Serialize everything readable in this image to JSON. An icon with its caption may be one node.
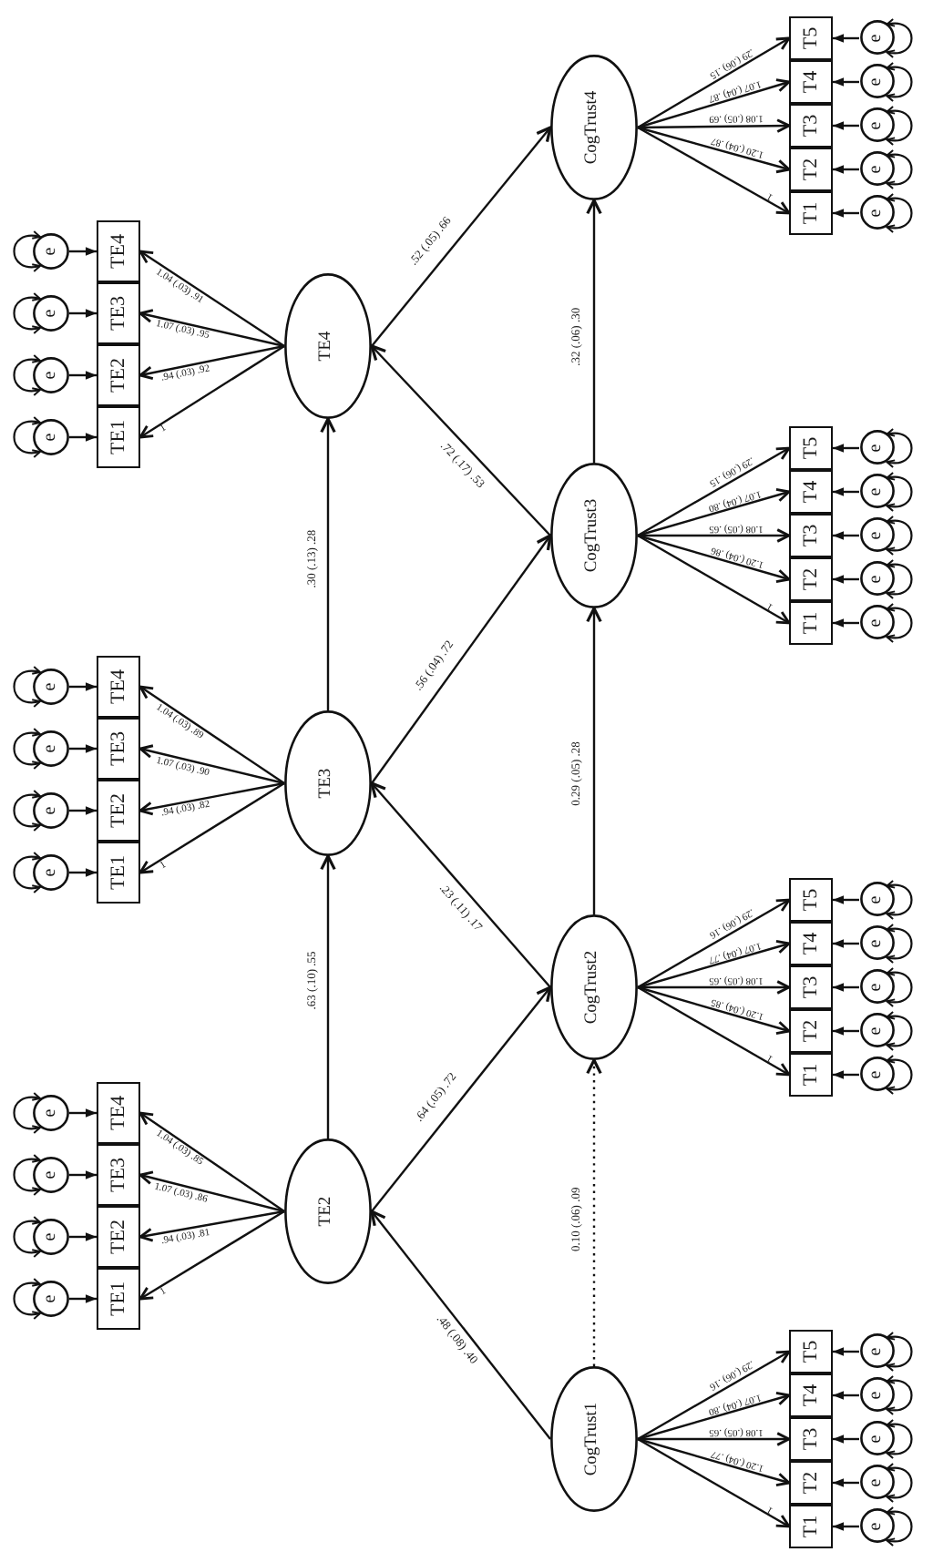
{
  "diagram": {
    "nodes": [
      {
        "text": [
          "TE2"
        ]
      },
      {
        "text": [
          "TE3"
        ]
      },
      {
        "text": [
          "TE4"
        ]
      },
      {
        "text": [
          "CogTrust1"
        ]
      },
      {
        "text": [
          "CogTrust2"
        ]
      },
      {
        "text": [
          "CogTrust3"
        ]
      },
      {
        "text": [
          "CogTrust4"
        ]
      },
      {
        "text": [
          "TE1"
        ]
      },
      {
        "text": [
          "TE2"
        ]
      },
      {
        "text": [
          "TE3"
        ]
      },
      {
        "text": [
          "TE4"
        ]
      },
      {
        "text": [
          "e"
        ]
      },
      {
        "text": [
          "e"
        ]
      },
      {
        "text": [
          "e"
        ]
      },
      {
        "text": [
          "e"
        ]
      },
      {
        "text": [
          "TE1"
        ]
      },
      {
        "text": [
          "TE2"
        ]
      },
      {
        "text": [
          "TE3"
        ]
      },
      {
        "text": [
          "TE4"
        ]
      },
      {
        "text": [
          "e"
        ]
      },
      {
        "text": [
          "e"
        ]
      },
      {
        "text": [
          "e"
        ]
      },
      {
        "text": [
          "e"
        ]
      },
      {
        "text": [
          "TE1"
        ]
      },
      {
        "text": [
          "TE2"
        ]
      },
      {
        "text": [
          "TE3"
        ]
      },
      {
        "text": [
          "TE4"
        ]
      },
      {
        "text": [
          "e"
        ]
      },
      {
        "text": [
          "e"
        ]
      },
      {
        "text": [
          "e"
        ]
      },
      {
        "text": [
          "e"
        ]
      },
      {
        "text": [
          "T1"
        ]
      },
      {
        "text": [
          "T2"
        ]
      },
      {
        "text": [
          "T3"
        ]
      },
      {
        "text": [
          "T4"
        ]
      },
      {
        "text": [
          "T5"
        ]
      },
      {
        "text": [
          "e"
        ]
      },
      {
        "text": [
          "e"
        ]
      },
      {
        "text": [
          "e"
        ]
      },
      {
        "text": [
          "e"
        ]
      },
      {
        "text": [
          "e"
        ]
      },
      {
        "text": [
          "T1"
        ]
      },
      {
        "text": [
          "T2"
        ]
      },
      {
        "text": [
          "T3"
        ]
      },
      {
        "text": [
          "T4"
        ]
      },
      {
        "text": [
          "T5"
        ]
      },
      {
        "text": [
          "e"
        ]
      },
      {
        "text": [
          "e"
        ]
      },
      {
        "text": [
          "e"
        ]
      },
      {
        "text": [
          "e"
        ]
      },
      {
        "text": [
          "e"
        ]
      },
      {
        "text": [
          "T1"
        ]
      },
      {
        "text": [
          "T2"
        ]
      },
      {
        "text": [
          "T3"
        ]
      },
      {
        "text": [
          "T4"
        ]
      },
      {
        "text": [
          "T5"
        ]
      },
      {
        "text": [
          "e"
        ]
      },
      {
        "text": [
          "e"
        ]
      },
      {
        "text": [
          "e"
        ]
      },
      {
        "text": [
          "e"
        ]
      },
      {
        "text": [
          "e"
        ]
      },
      {
        "text": [
          "T1"
        ]
      },
      {
        "text": [
          "T2"
        ]
      },
      {
        "text": [
          "T3"
        ]
      },
      {
        "text": [
          "T4"
        ]
      },
      {
        "text": [
          "T5"
        ]
      },
      {
        "text": [
          "e"
        ]
      },
      {
        "text": [
          "e"
        ]
      },
      {
        "text": [
          "e"
        ]
      },
      {
        "text": [
          "e"
        ]
      },
      {
        "text": [
          "e"
        ]
      }
    ],
    "edges": [
      {
        "from": 3,
        "to": 0,
        "label": ".48 (.08) .40",
        "arrow": "to"
      },
      {
        "from": 3,
        "to": 4,
        "label": "0.10 (.06) .09",
        "arrow": "to",
        "style": "dashed"
      },
      {
        "from": 0,
        "to": 1,
        "label": ".63 (.10) .55",
        "arrow": "to"
      },
      {
        "from": 0,
        "to": 4,
        "label": ".64 (.05) .72",
        "arrow": "to"
      },
      {
        "from": 4,
        "to": 1,
        "label": ".23 (.11) .17",
        "arrow": "to"
      },
      {
        "from": 4,
        "to": 5,
        "label": "0.29 (.05) .28",
        "arrow": "to"
      },
      {
        "from": 1,
        "to": 2,
        "label": ".30 (.13) .28",
        "arrow": "to"
      },
      {
        "from": 1,
        "to": 5,
        "label": ".56 (.04) .72",
        "arrow": "to"
      },
      {
        "from": 5,
        "to": 2,
        "label": ".72 (.17) .53",
        "arrow": "to"
      },
      {
        "from": 5,
        "to": 6,
        "label": ".32 (.06) .30",
        "arrow": "to"
      },
      {
        "from": 2,
        "to": 6,
        "label": ".52 (.05) .66",
        "arrow": "to"
      },
      {
        "from": 0,
        "to": 7,
        "label": "1",
        "arrow": "to"
      },
      {
        "from": 0,
        "to": 8,
        "label": ".94 (.03) .81",
        "arrow": "to"
      },
      {
        "from": 0,
        "to": 9,
        "label": "1.07 (.03) .86",
        "arrow": "to"
      },
      {
        "from": 0,
        "to": 10,
        "label": "1.04 (.03) .85",
        "arrow": "to"
      },
      {
        "from": 11,
        "to": 7,
        "arrow": "to"
      },
      {
        "from": 12,
        "to": 8,
        "arrow": "to"
      },
      {
        "from": 13,
        "to": 9,
        "arrow": "to"
      },
      {
        "from": 14,
        "to": 10,
        "arrow": "to"
      },
      {
        "from": 11,
        "to": 11,
        "arrow": "both"
      },
      {
        "from": 12,
        "to": 12,
        "arrow": "both"
      },
      {
        "from": 13,
        "to": 13,
        "arrow": "both"
      },
      {
        "from": 14,
        "to": 14,
        "arrow": "both"
      },
      {
        "from": 1,
        "to": 15,
        "label": "1",
        "arrow": "to"
      },
      {
        "from": 1,
        "to": 16,
        "label": ".94 (.03) .82",
        "arrow": "to"
      },
      {
        "from": 1,
        "to": 17,
        "label": "1.07 (.03) .90",
        "arrow": "to"
      },
      {
        "from": 1,
        "to": 18,
        "label": "1.04 (.03) .89",
        "arrow": "to"
      },
      {
        "from": 19,
        "to": 15,
        "arrow": "to"
      },
      {
        "from": 20,
        "to": 16,
        "arrow": "to"
      },
      {
        "from": 21,
        "to": 17,
        "arrow": "to"
      },
      {
        "from": 22,
        "to": 18,
        "arrow": "to"
      },
      {
        "from": 19,
        "to": 19,
        "arrow": "both"
      },
      {
        "from": 20,
        "to": 20,
        "arrow": "both"
      },
      {
        "from": 21,
        "to": 21,
        "arrow": "both"
      },
      {
        "from": 22,
        "to": 22,
        "arrow": "both"
      },
      {
        "from": 2,
        "to": 23,
        "label": "1",
        "arrow": "to"
      },
      {
        "from": 2,
        "to": 24,
        "label": ".94 (.03) .92",
        "arrow": "to"
      },
      {
        "from": 2,
        "to": 25,
        "label": "1.07 (.03) .95",
        "arrow": "to"
      },
      {
        "from": 2,
        "to": 26,
        "label": "1.04 (.03) .91",
        "arrow": "to"
      },
      {
        "from": 27,
        "to": 23,
        "arrow": "to"
      },
      {
        "from": 28,
        "to": 24,
        "arrow": "to"
      },
      {
        "from": 29,
        "to": 25,
        "arrow": "to"
      },
      {
        "from": 30,
        "to": 26,
        "arrow": "to"
      },
      {
        "from": 27,
        "to": 27,
        "arrow": "both"
      },
      {
        "from": 28,
        "to": 28,
        "arrow": "both"
      },
      {
        "from": 29,
        "to": 29,
        "arrow": "both"
      },
      {
        "from": 30,
        "to": 30,
        "arrow": "both"
      },
      {
        "from": 3,
        "to": 31,
        "label": "1",
        "arrow": "to"
      },
      {
        "from": 3,
        "to": 32,
        "label": "1.20 (.04) .77",
        "arrow": "to"
      },
      {
        "from": 3,
        "to": 33,
        "label": "1.08 (.05) .65",
        "arrow": "to"
      },
      {
        "from": 3,
        "to": 34,
        "label": "1.07 (.04) .80",
        "arrow": "to"
      },
      {
        "from": 3,
        "to": 35,
        "label": ".29 (.06) .16",
        "arrow": "to"
      },
      {
        "from": 36,
        "to": 31,
        "arrow": "to"
      },
      {
        "from": 37,
        "to": 32,
        "arrow": "to"
      },
      {
        "from": 38,
        "to": 33,
        "arrow": "to"
      },
      {
        "from": 39,
        "to": 34,
        "arrow": "to"
      },
      {
        "from": 40,
        "to": 35,
        "arrow": "to"
      },
      {
        "from": 36,
        "to": 36,
        "arrow": "both"
      },
      {
        "from": 37,
        "to": 37,
        "arrow": "both"
      },
      {
        "from": 38,
        "to": 38,
        "arrow": "both"
      },
      {
        "from": 39,
        "to": 39,
        "arrow": "both"
      },
      {
        "from": 40,
        "to": 40,
        "arrow": "both"
      },
      {
        "from": 4,
        "to": 41,
        "label": "1",
        "arrow": "to"
      },
      {
        "from": 4,
        "to": 42,
        "label": "1.20 (.04) .85",
        "arrow": "to"
      },
      {
        "from": 4,
        "to": 43,
        "label": "1.08 (.05) .65",
        "arrow": "to"
      },
      {
        "from": 4,
        "to": 44,
        "label": "1.07 (.04) .77",
        "arrow": "to"
      },
      {
        "from": 4,
        "to": 45,
        "label": ".29 (.06) .16",
        "arrow": "to"
      },
      {
        "from": 46,
        "to": 41,
        "arrow": "to"
      },
      {
        "from": 47,
        "to": 42,
        "arrow": "to"
      },
      {
        "from": 48,
        "to": 43,
        "arrow": "to"
      },
      {
        "from": 49,
        "to": 44,
        "arrow": "to"
      },
      {
        "from": 50,
        "to": 45,
        "arrow": "to"
      },
      {
        "from": 46,
        "to": 46,
        "arrow": "both"
      },
      {
        "from": 47,
        "to": 47,
        "arrow": "both"
      },
      {
        "from": 48,
        "to": 48,
        "arrow": "both"
      },
      {
        "from": 49,
        "to": 49,
        "arrow": "both"
      },
      {
        "from": 50,
        "to": 50,
        "arrow": "both"
      },
      {
        "from": 5,
        "to": 51,
        "label": "1",
        "arrow": "to"
      },
      {
        "from": 5,
        "to": 52,
        "label": "1.20 (.04) .86",
        "arrow": "to"
      },
      {
        "from": 5,
        "to": 53,
        "label": "1.08 (.05) .65",
        "arrow": "to"
      },
      {
        "from": 5,
        "to": 54,
        "label": "1.07 (.04) .80",
        "arrow": "to"
      },
      {
        "from": 5,
        "to": 55,
        "label": ".29 (.06) .15",
        "arrow": "to"
      },
      {
        "from": 56,
        "to": 51,
        "arrow": "to"
      },
      {
        "from": 57,
        "to": 52,
        "arrow": "to"
      },
      {
        "from": 58,
        "to": 53,
        "arrow": "to"
      },
      {
        "from": 59,
        "to": 54,
        "arrow": "to"
      },
      {
        "from": 60,
        "to": 55,
        "arrow": "to"
      },
      {
        "from": 56,
        "to": 56,
        "arrow": "both"
      },
      {
        "from": 57,
        "to": 57,
        "arrow": "both"
      },
      {
        "from": 58,
        "to": 58,
        "arrow": "both"
      },
      {
        "from": 59,
        "to": 59,
        "arrow": "both"
      },
      {
        "from": 60,
        "to": 60,
        "arrow": "both"
      },
      {
        "from": 6,
        "to": 61,
        "label": "1",
        "arrow": "to"
      },
      {
        "from": 6,
        "to": 62,
        "label": "1.20 (.04) .87",
        "arrow": "to"
      },
      {
        "from": 6,
        "to": 63,
        "label": "1.08 (.05) .69",
        "arrow": "to"
      },
      {
        "from": 6,
        "to": 64,
        "label": "1.07 (.04) .87",
        "arrow": "to"
      },
      {
        "from": 6,
        "to": 65,
        "label": ".29 (.06) .15",
        "arrow": "to"
      },
      {
        "from": 66,
        "to": 61,
        "arrow": "to"
      },
      {
        "from": 67,
        "to": 62,
        "arrow": "to"
      },
      {
        "from": 68,
        "to": 63,
        "arrow": "to"
      },
      {
        "from": 69,
        "to": 64,
        "arrow": "to"
      },
      {
        "from": 70,
        "to": 65,
        "arrow": "to"
      },
      {
        "from": 66,
        "to": 66,
        "arrow": "both"
      },
      {
        "from": 67,
        "to": 67,
        "arrow": "both"
      },
      {
        "from": 68,
        "to": 68,
        "arrow": "both"
      },
      {
        "from": 69,
        "to": 69,
        "arrow": "both"
      },
      {
        "from": 70,
        "to": 70,
        "arrow": "both"
      }
    ]
  }
}
